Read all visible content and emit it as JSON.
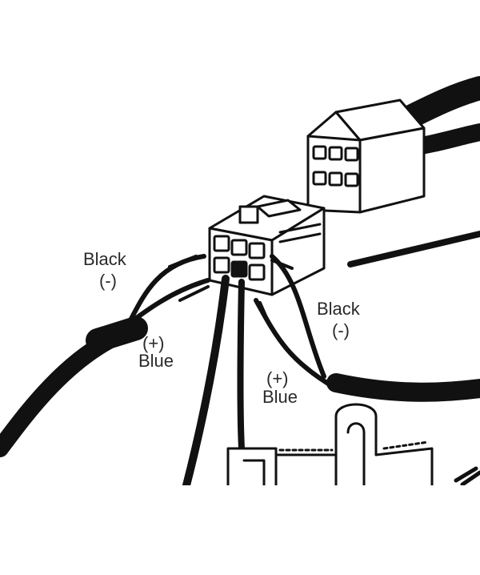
{
  "labels": {
    "left_black": "Black",
    "left_black_polarity": "(-)",
    "left_blue_polarity": "(+)",
    "left_blue": "Blue",
    "right_black": "Black",
    "right_black_polarity": "(-)",
    "right_blue_polarity": "(+)",
    "right_blue": "Blue"
  }
}
